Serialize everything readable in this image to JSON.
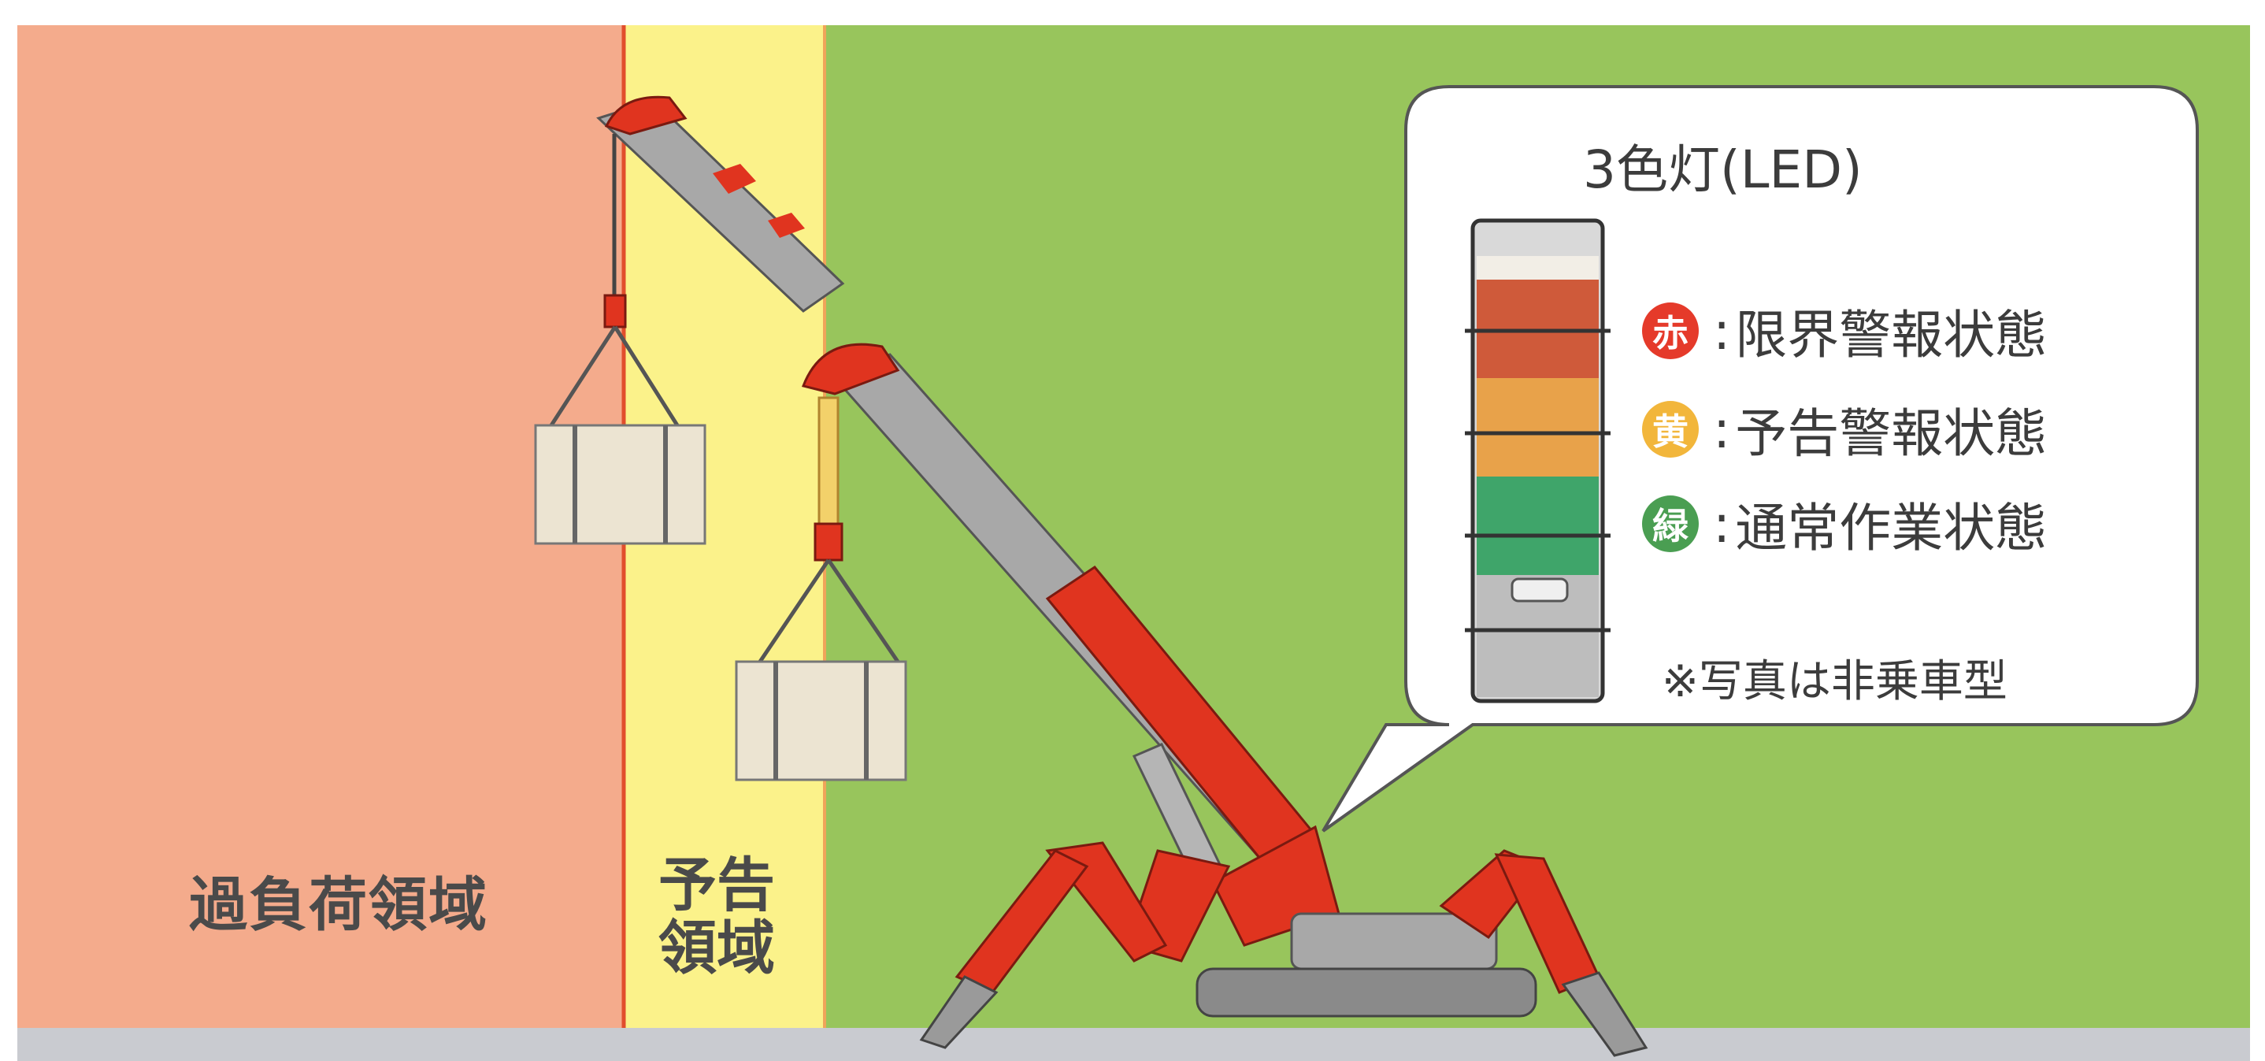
{
  "zones": {
    "overload_label": "過負荷領域",
    "warning_label_line1": "予告",
    "warning_label_line2": "領域"
  },
  "panel": {
    "title": "3色灯(LED)",
    "legend": [
      {
        "glyph": "赤",
        "text": "限界警報状態",
        "color": "#e53a2a"
      },
      {
        "glyph": "黄",
        "text": "予告警報状態",
        "color": "#f2b63b"
      },
      {
        "glyph": "緑",
        "text": "通常作業状態",
        "color": "#4a9e52"
      }
    ],
    "separator": ":",
    "note": "※写真は非乗車型"
  },
  "colors": {
    "overload_zone": "#f4ab8c",
    "warning_zone": "#fbf28a",
    "normal_zone": "#98c55c",
    "crane_red": "#e0341f",
    "crane_gray": "#9a9a9a"
  }
}
